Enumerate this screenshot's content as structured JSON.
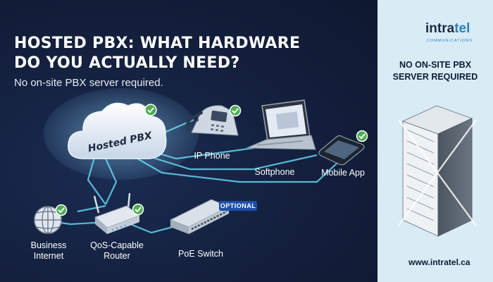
{
  "title_line1": "HOSTED PBX: WHAT HARDWARE",
  "title_line2": "DO YOU ACTUALLY NEED?",
  "subtitle": "No on-site PBX server required.",
  "cloud_label": "Hosted PBX",
  "devices": {
    "ip_phone": "IP Phone",
    "softphone": "Softphone",
    "mobile_app": "Mobile App",
    "business_internet_1": "Business",
    "business_internet_2": "Internet",
    "router_1": "QoS-Capable",
    "router_2": "Router",
    "poe_switch": "PoE Switch",
    "optional_badge": "OPTIONAL"
  },
  "brand": {
    "logo_main": "intra",
    "logo_accent": "tel",
    "logo_sub": "COMMUNICATIONS",
    "url": "www.intratel.ca"
  },
  "side_heading_1": "NO ON-SITE PBX",
  "side_heading_2": "SERVER REQUIRED",
  "colors": {
    "dark_bg": "#131f3c",
    "side_bg": "#d9ecf6",
    "check_green": "#4caf50",
    "line_cyan": "#5fc9e6",
    "cross": "#ffffff"
  },
  "icons": [
    "cloud-icon",
    "phone-icon",
    "laptop-icon",
    "smartphone-icon",
    "globe-icon",
    "router-icon",
    "switch-icon",
    "server-rack-icon",
    "check-icon",
    "cross-icon"
  ]
}
